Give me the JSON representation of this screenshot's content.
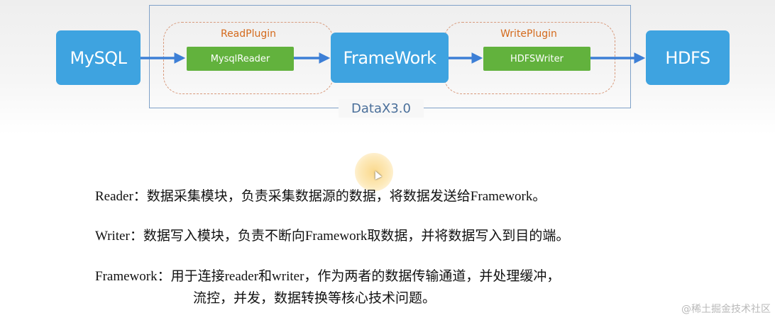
{
  "diagram": {
    "source": "MySQL",
    "target": "HDFS",
    "core": "FrameWork",
    "read_plugin": {
      "title": "ReadPlugin",
      "component": "MysqlReader"
    },
    "write_plugin": {
      "title": "WritePlugin",
      "component": "HDFSWriter"
    },
    "container_label": "DataX3.0"
  },
  "descriptions": {
    "reader": "Reader：数据采集模块，负责采集数据源的数据，将数据发送给Framework。",
    "writer": "Writer：数据写入模块，负责不断向Framework取数据，并将数据写入到目的端。",
    "framework_line1": "Framework：用于连接reader和writer，作为两者的数据传输通道，并处理缓冲，",
    "framework_line2": "流控，并发，数据转换等核心技术问题。"
  },
  "watermark": "@稀土掘金技术社区",
  "colors": {
    "blue": "#3ea3e0",
    "green": "#62b23d",
    "plugin_title": "#d46a1c",
    "arrow": "#3d7fd6",
    "frame": "#7fa1c8"
  }
}
